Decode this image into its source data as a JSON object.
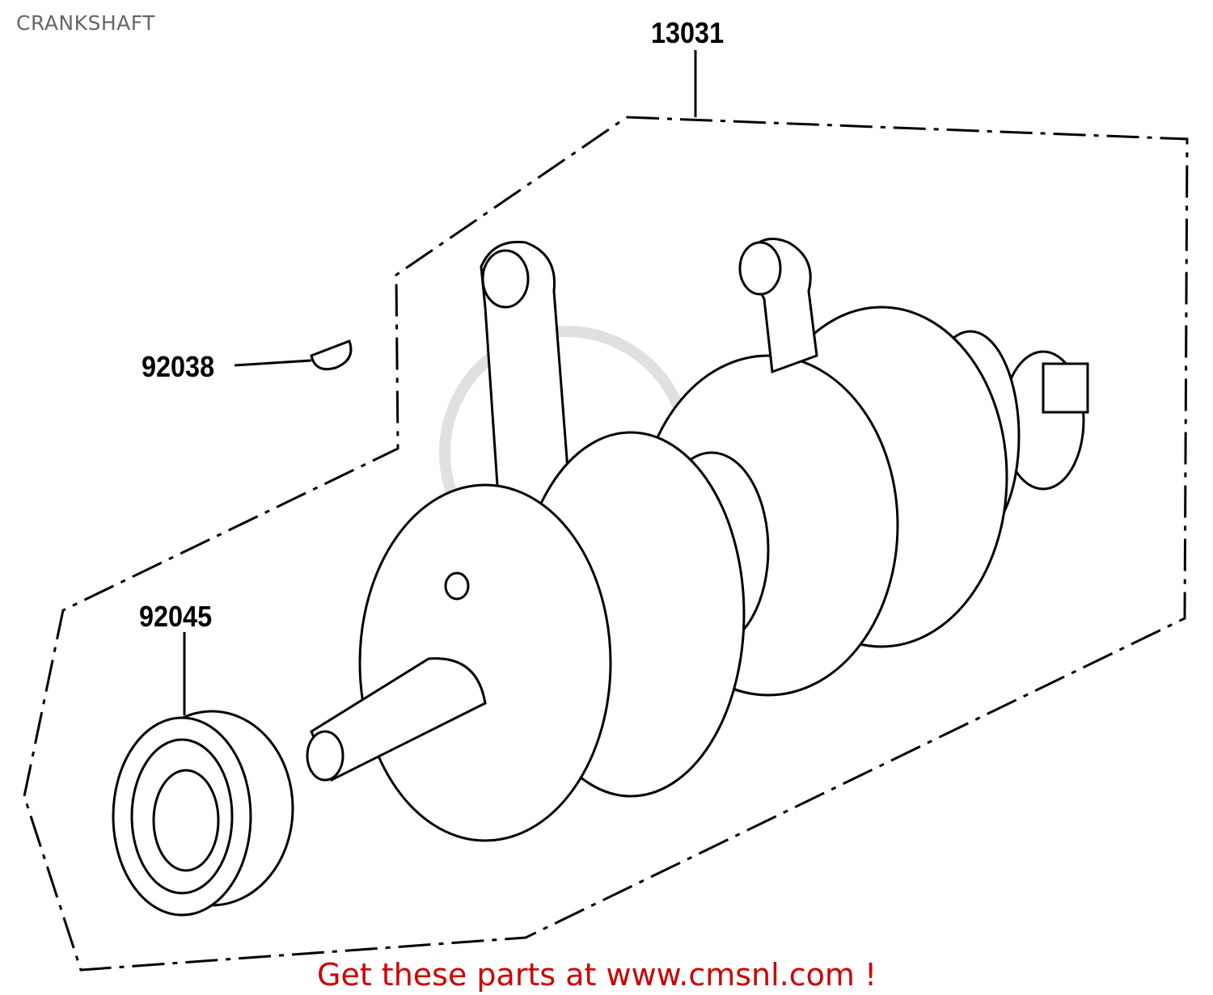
{
  "header": {
    "title": "CRANKSHAFT"
  },
  "diagram": {
    "parts": [
      {
        "number": "13031"
      },
      {
        "number": "92038"
      },
      {
        "number": "92045"
      }
    ],
    "watermark": "CMS www.cmsnl.com",
    "line_color": "#000000"
  },
  "footer": {
    "text": "Get these parts at www.cmsnl.com !",
    "color": "#cc0000"
  }
}
